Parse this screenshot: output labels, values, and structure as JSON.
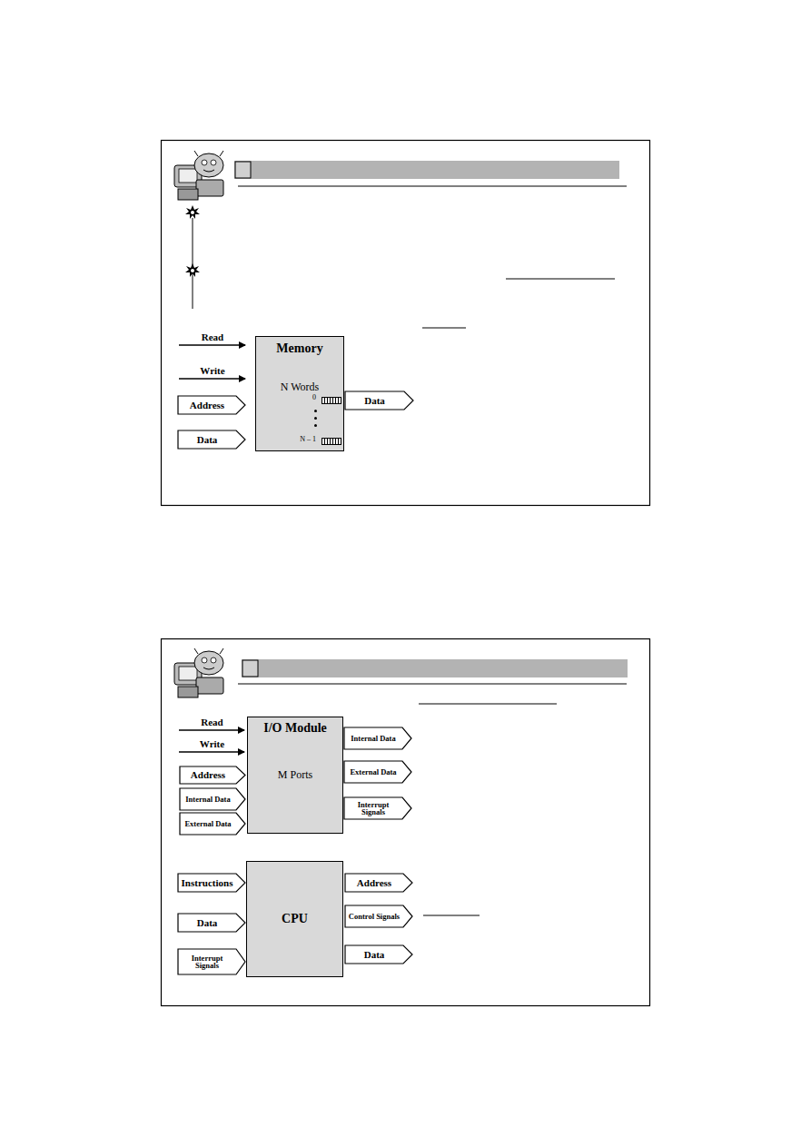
{
  "diagram": {
    "nodes": [
      {
        "text": [
          "Memory",
          "N Words",
          "0",
          "N – 1"
        ]
      },
      {
        "text": [
          "I/O Module",
          "M Ports"
        ]
      },
      {
        "text": [
          "CPU"
        ]
      }
    ],
    "labels": [
      "Read",
      "Write",
      "Address",
      "Data",
      "Data",
      "Read",
      "Write",
      "Address",
      "Internal Data",
      "External Data",
      "Internal Data",
      "External Data",
      "Interrupt Signals",
      "Instructions",
      "Data",
      "Interrupt Signals",
      "Address",
      "Control Signals",
      "Data"
    ]
  }
}
